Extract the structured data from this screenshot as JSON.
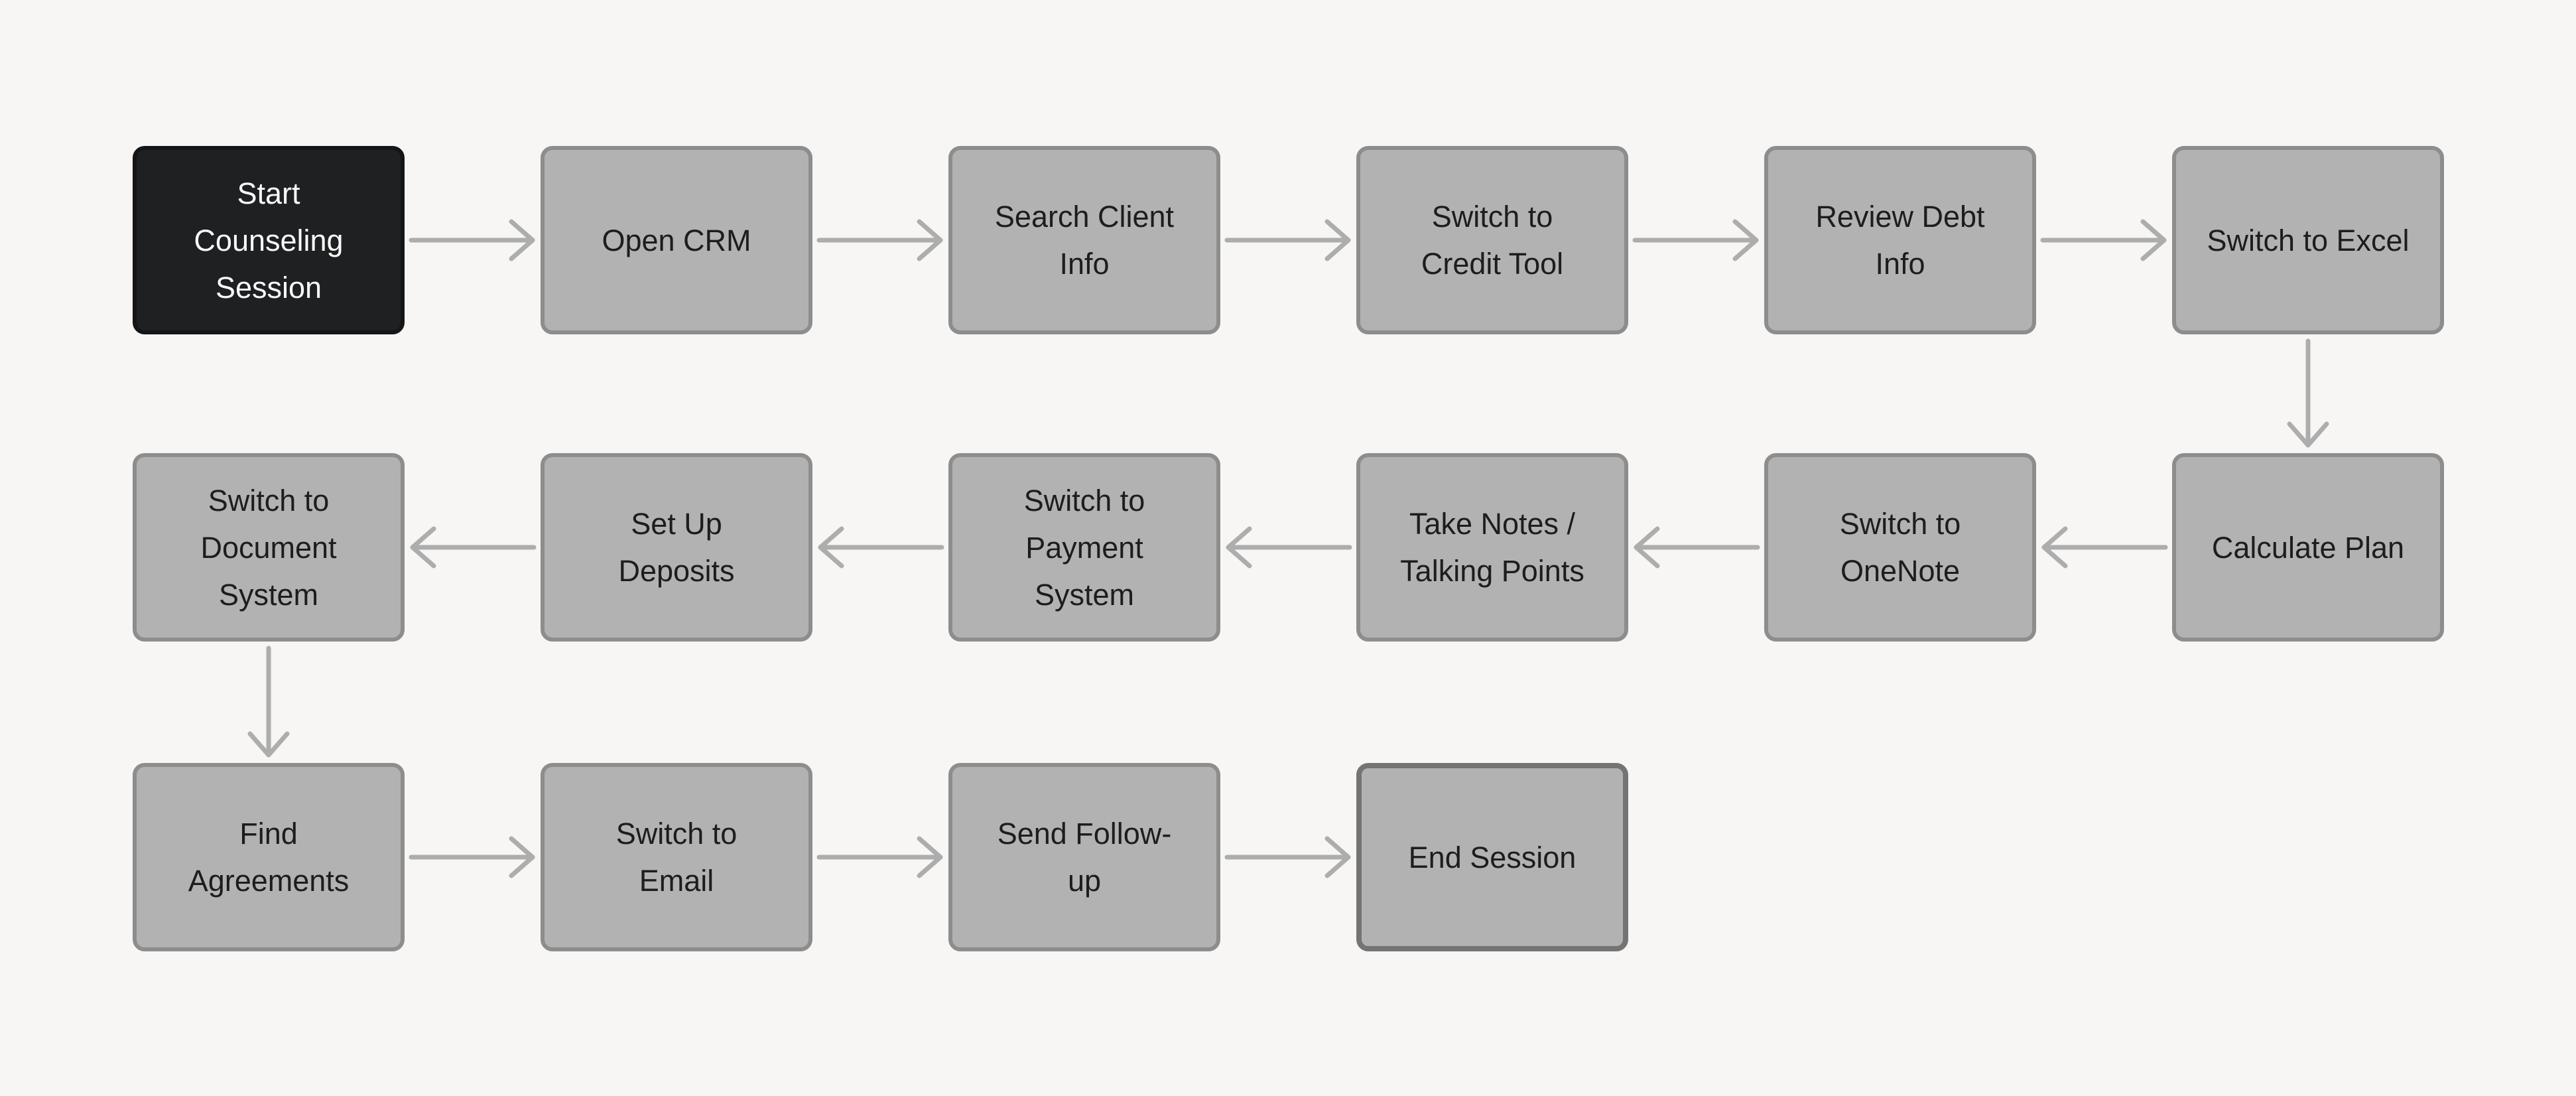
{
  "diagram": {
    "colors": {
      "background": "#f7f6f4",
      "node_fill": "#b2b2b2",
      "node_border": "#8d8d8d",
      "node_text": "#1d1d1d",
      "start_fill": "#1f2021",
      "start_border": "#141516",
      "start_text": "#fafafa",
      "end_border": "#747474",
      "arrow": "#adadad"
    },
    "nodes": [
      {
        "id": "start-counseling-session",
        "label": "Start Counseling Session",
        "kind": "start",
        "row": 0,
        "col": 0
      },
      {
        "id": "open-crm",
        "label": "Open CRM",
        "kind": "step",
        "row": 0,
        "col": 1
      },
      {
        "id": "search-client-info",
        "label": "Search Client Info",
        "kind": "step",
        "row": 0,
        "col": 2
      },
      {
        "id": "switch-to-credit-tool",
        "label": "Switch to Credit Tool",
        "kind": "step",
        "row": 0,
        "col": 3
      },
      {
        "id": "review-debt-info",
        "label": "Review Debt Info",
        "kind": "step",
        "row": 0,
        "col": 4
      },
      {
        "id": "switch-to-excel",
        "label": "Switch to Excel",
        "kind": "step",
        "row": 0,
        "col": 5
      },
      {
        "id": "calculate-plan",
        "label": "Calculate Plan",
        "kind": "step",
        "row": 1,
        "col": 5
      },
      {
        "id": "switch-to-onenote",
        "label": "Switch to OneNote",
        "kind": "step",
        "row": 1,
        "col": 4
      },
      {
        "id": "take-notes-talking-points",
        "label": "Take Notes / Talking Points",
        "kind": "step",
        "row": 1,
        "col": 3
      },
      {
        "id": "switch-to-payment-system",
        "label": "Switch to Payment System",
        "kind": "step",
        "row": 1,
        "col": 2
      },
      {
        "id": "set-up-deposits",
        "label": "Set Up Deposits",
        "kind": "step",
        "row": 1,
        "col": 1
      },
      {
        "id": "switch-to-document-system",
        "label": "Switch to Document System",
        "kind": "step",
        "row": 1,
        "col": 0
      },
      {
        "id": "find-agreements",
        "label": "Find Agreements",
        "kind": "step",
        "row": 2,
        "col": 0
      },
      {
        "id": "switch-to-email",
        "label": "Switch to Email",
        "kind": "step",
        "row": 2,
        "col": 1
      },
      {
        "id": "send-follow-up",
        "label": "Send Follow-up",
        "kind": "step",
        "row": 2,
        "col": 2
      },
      {
        "id": "end-session",
        "label": "End Session",
        "kind": "end",
        "row": 2,
        "col": 3
      }
    ],
    "edges": [
      {
        "from": "start-counseling-session",
        "to": "open-crm",
        "direction": "right"
      },
      {
        "from": "open-crm",
        "to": "search-client-info",
        "direction": "right"
      },
      {
        "from": "search-client-info",
        "to": "switch-to-credit-tool",
        "direction": "right"
      },
      {
        "from": "switch-to-credit-tool",
        "to": "review-debt-info",
        "direction": "right"
      },
      {
        "from": "review-debt-info",
        "to": "switch-to-excel",
        "direction": "right"
      },
      {
        "from": "switch-to-excel",
        "to": "calculate-plan",
        "direction": "down"
      },
      {
        "from": "calculate-plan",
        "to": "switch-to-onenote",
        "direction": "left"
      },
      {
        "from": "switch-to-onenote",
        "to": "take-notes-talking-points",
        "direction": "left"
      },
      {
        "from": "take-notes-talking-points",
        "to": "switch-to-payment-system",
        "direction": "left"
      },
      {
        "from": "switch-to-payment-system",
        "to": "set-up-deposits",
        "direction": "left"
      },
      {
        "from": "set-up-deposits",
        "to": "switch-to-document-system",
        "direction": "left"
      },
      {
        "from": "switch-to-document-system",
        "to": "find-agreements",
        "direction": "down"
      },
      {
        "from": "find-agreements",
        "to": "switch-to-email",
        "direction": "right"
      },
      {
        "from": "switch-to-email",
        "to": "send-follow-up",
        "direction": "right"
      },
      {
        "from": "send-follow-up",
        "to": "end-session",
        "direction": "right"
      }
    ]
  }
}
